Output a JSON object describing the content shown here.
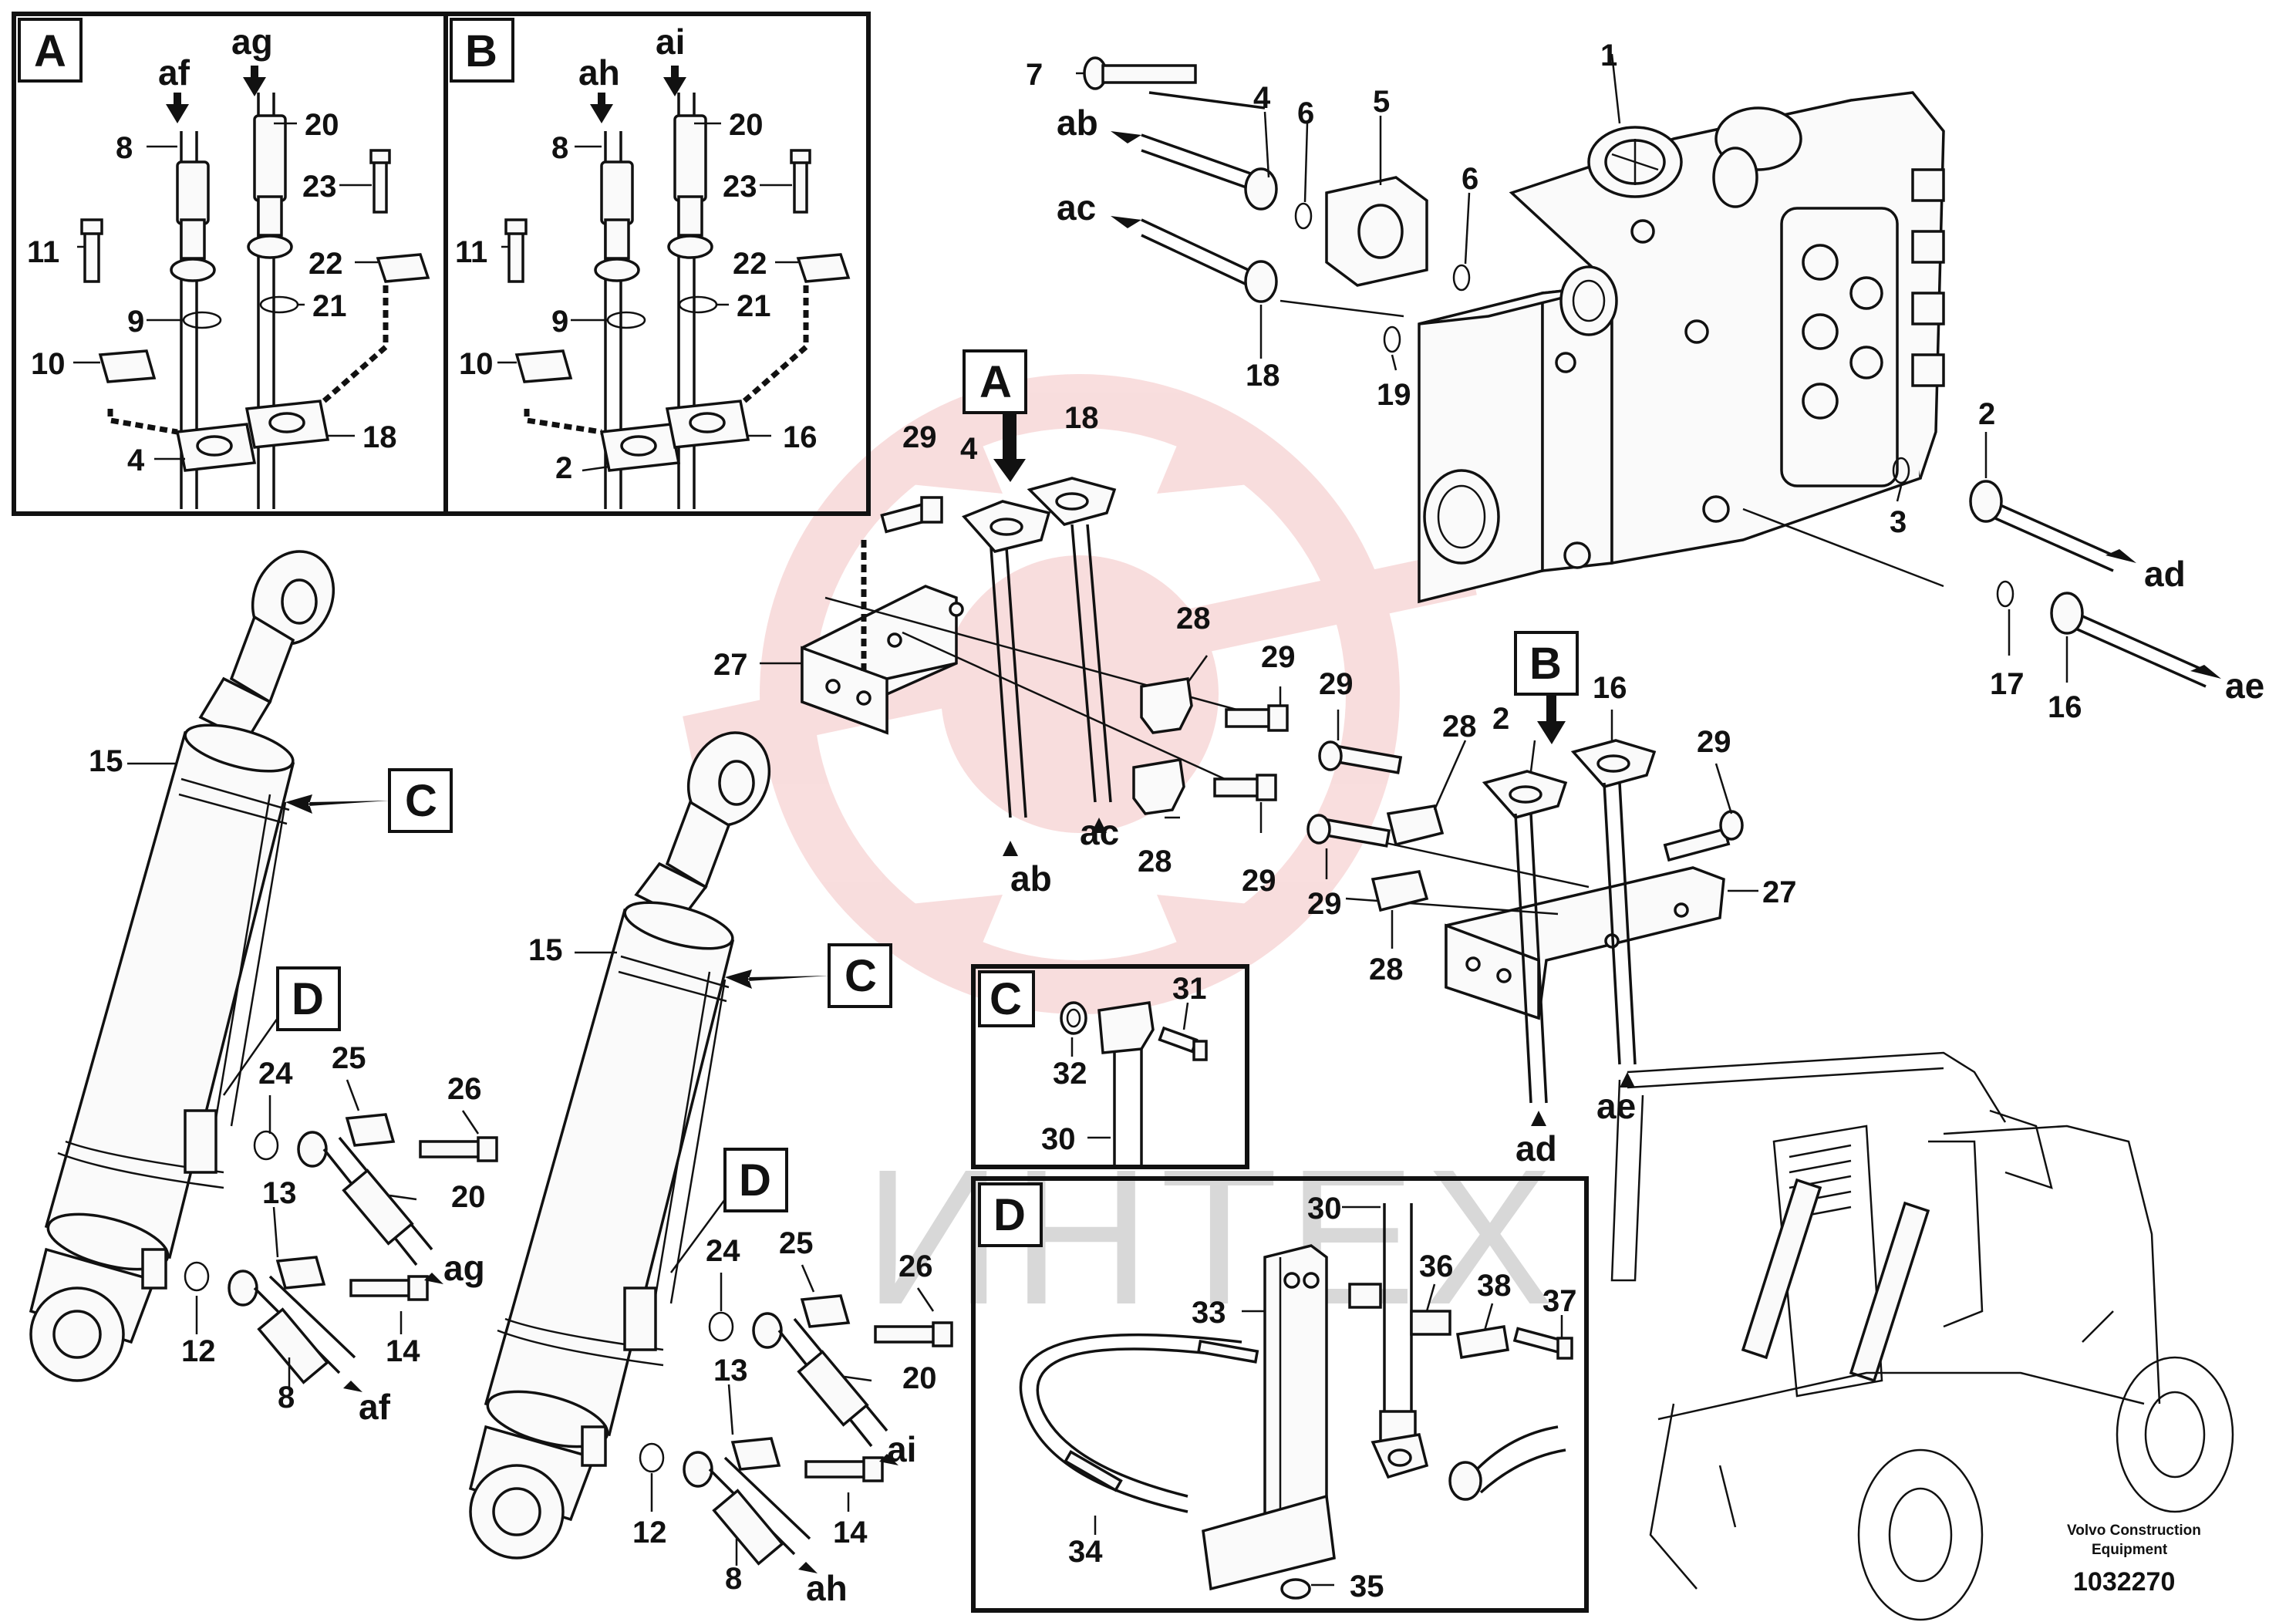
{
  "frames": {
    "A": {
      "letter": "A"
    },
    "B": {
      "letter": "B"
    },
    "C": {
      "letter": "C"
    },
    "D": {
      "letter": "D"
    }
  },
  "callouts": {
    "A": "A",
    "B": "B",
    "C": "C",
    "D": "D"
  },
  "hose_refs": {
    "ab": "ab",
    "ac": "ac",
    "ad": "ad",
    "ae": "ae",
    "af": "af",
    "ag": "ag",
    "ah": "ah",
    "ai": "ai"
  },
  "part_numbers": {
    "p1": "1",
    "p2": "2",
    "p3": "3",
    "p4": "4",
    "p5": "5",
    "p6": "6",
    "p7": "7",
    "p8": "8",
    "p9": "9",
    "p10": "10",
    "p11": "11",
    "p12": "12",
    "p13": "13",
    "p14": "14",
    "p15": "15",
    "p16": "16",
    "p17": "17",
    "p18": "18",
    "p19": "19",
    "p20": "20",
    "p21": "21",
    "p22": "22",
    "p23": "23",
    "p24": "24",
    "p25": "25",
    "p26": "26",
    "p27": "27",
    "p28": "28",
    "p29": "29",
    "p30": "30",
    "p31": "31",
    "p32": "32",
    "p33": "33",
    "p34": "34",
    "p35": "35",
    "p36": "36",
    "p37": "37",
    "p38": "38"
  },
  "watermark": "ИНТЕХ",
  "brand": {
    "line1": "Volvo Construction",
    "line2": "Equipment",
    "figure_number": "1032270"
  },
  "colors": {
    "watermark_red": "#f4c3c3",
    "watermark_grey": "#d8d8d8",
    "ink": "#111111"
  }
}
